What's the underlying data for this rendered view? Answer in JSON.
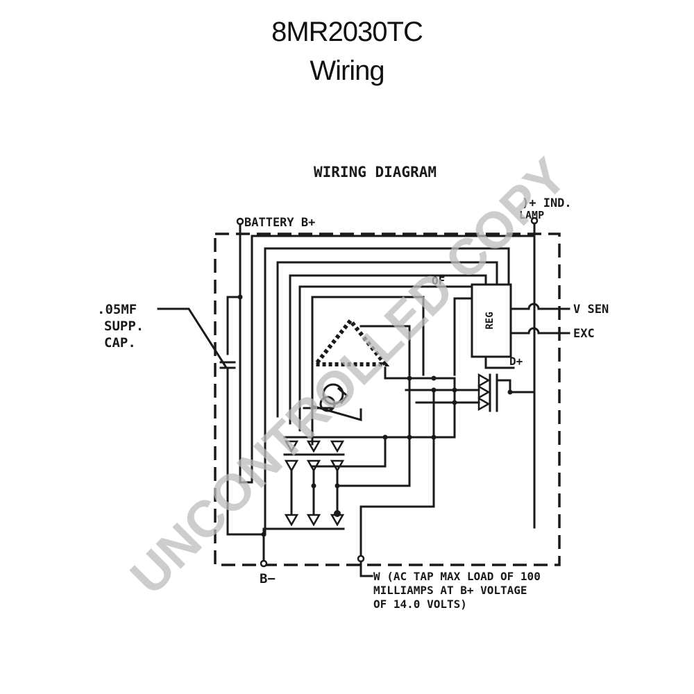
{
  "header": {
    "title": "8MR2030TC",
    "subtitle": "Wiring"
  },
  "diagram": {
    "heading": "WIRING DIAGRAM",
    "battery_label": "BATTERY B+",
    "ind_label": ")+ IND.",
    "lamp_label": "LAMP",
    "cap_line1": ".05MF",
    "cap_line2": "SUPP.",
    "cap_line3": "CAP.",
    "of_label": "OF",
    "reg_label": "REG",
    "vsen_label": "V SEN",
    "exc_label": "EXC",
    "dplus_label": "D+",
    "ground_label": "B−",
    "w_line1": "W (AC TAP MAX LOAD OF 100",
    "w_line2": "MILLIAMPS AT B+ VOLTAGE",
    "w_line3": "OF 14.0 VOLTS)"
  },
  "watermark": "UNCONTROLLED COPY",
  "colors": {
    "ink": "#1a1a1a",
    "watermark": "#bdbdbd",
    "background": "#ffffff"
  }
}
